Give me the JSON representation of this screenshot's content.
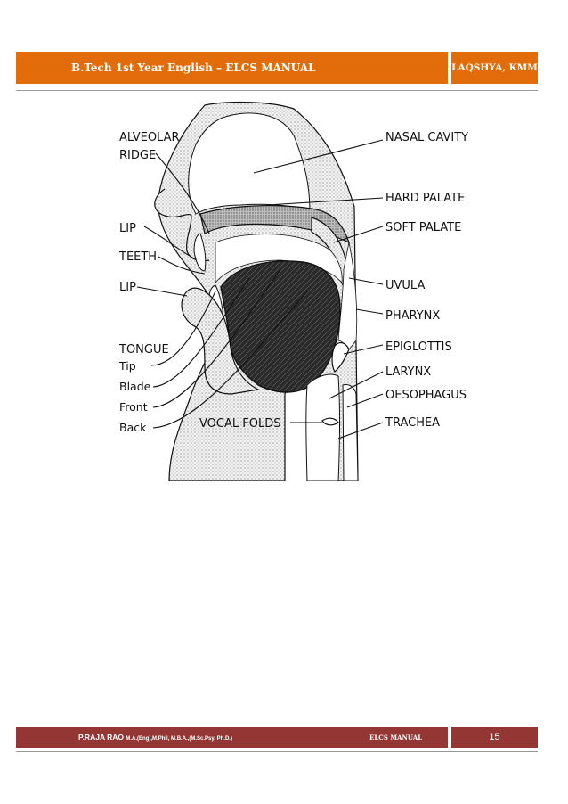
{
  "header": {
    "title": "B.Tech 1st Year English – ELCS MANUAL",
    "side": "LAQSHYA, KMM"
  },
  "diagram": {
    "labels": {
      "alveolar_ridge_1": "ALVEOLAR",
      "alveolar_ridge_2": "RIDGE",
      "lip_upper": "LIP",
      "teeth": "TEETH",
      "lip_lower": "LIP",
      "tongue": "TONGUE",
      "tip": "Tip",
      "blade": "Blade",
      "front": "Front",
      "back": "Back",
      "vocal_folds": "VOCAL FOLDS",
      "nasal_cavity": "NASAL CAVITY",
      "hard_palate": "HARD PALATE",
      "soft_palate": "SOFT PALATE",
      "uvula": "UVULA",
      "pharynx": "PHARYNX",
      "epiglottis": "EPIGLOTTIS",
      "larynx": "LARYNX",
      "oesophagus": "OESOPHAGUS",
      "trachea": "TRACHEA"
    }
  },
  "footer": {
    "author": "P.RAJA RAO",
    "qualifications": "M.A.(Eng),M.Phil, M.B.A.,(M.Sc.Psy, Ph.D.)",
    "manual": "ELCS MANUAL",
    "page": "15"
  }
}
